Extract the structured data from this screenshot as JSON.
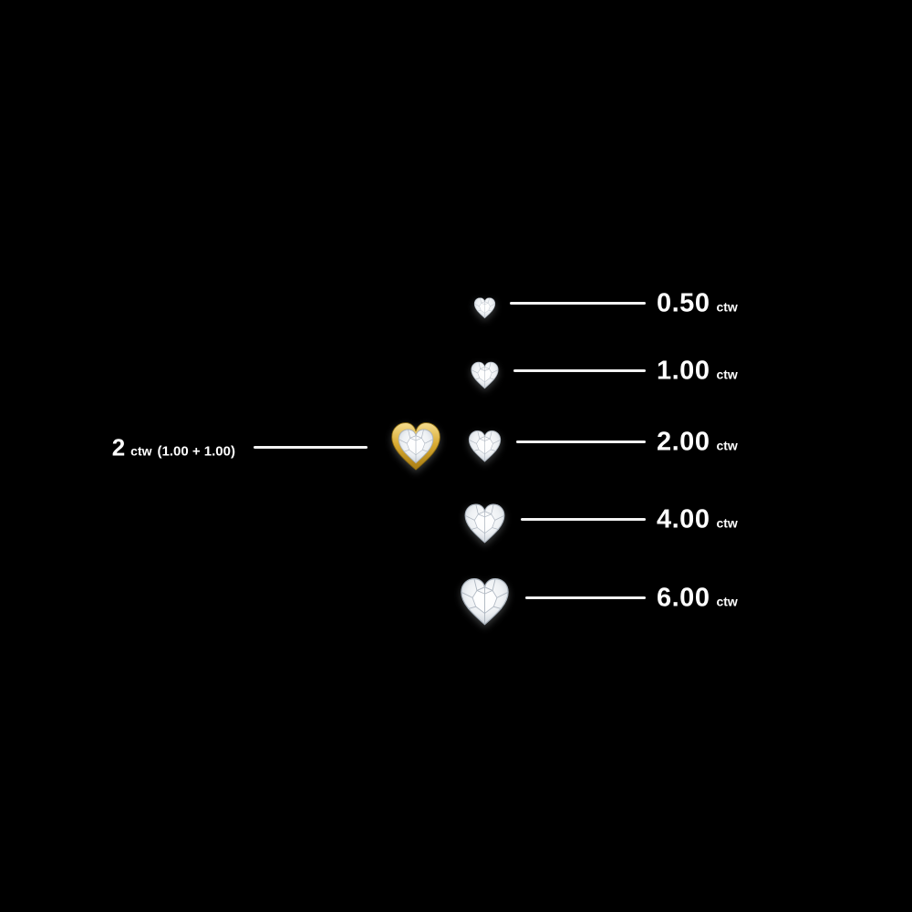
{
  "chart": {
    "background": "#000000",
    "text_color": "#ffffff",
    "gold_color": "#d2a62e",
    "shape": "heart-cut-diamond",
    "rows": [
      {
        "value": "0.50",
        "unit": "ctw",
        "size": 27
      },
      {
        "value": "1.00",
        "unit": "ctw",
        "size": 35
      },
      {
        "value": "2.00",
        "unit": "ctw",
        "size": 41
      },
      {
        "value": "4.00",
        "unit": "ctw",
        "size": 51
      },
      {
        "value": "6.00",
        "unit": "ctw",
        "size": 61
      }
    ],
    "left_annotation": {
      "value": "2",
      "unit": "ctw",
      "detail": "(1.00 + 1.00)"
    }
  }
}
